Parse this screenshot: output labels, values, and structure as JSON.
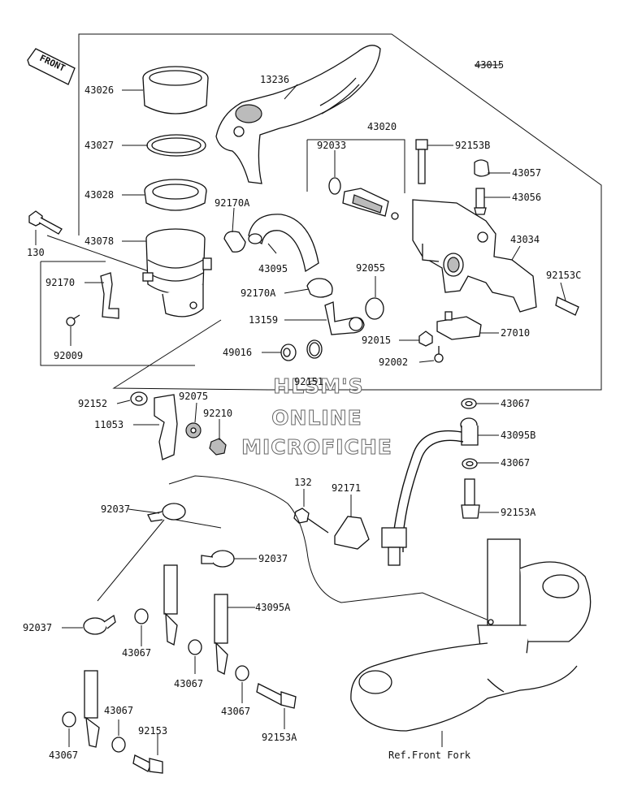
{
  "front_badge": "FRONT",
  "reference_note": "Ref.Front Fork",
  "watermark": [
    "HLSM'S",
    "ONLINE",
    "MICROFICHE"
  ],
  "part_numbers": [
    "43026",
    "13236",
    "43015",
    "43027",
    "43020",
    "92033",
    "92153B",
    "43057",
    "43028",
    "92170A",
    "43056",
    "130",
    "43078",
    "43034",
    "92170",
    "43095",
    "92055",
    "92153C",
    "92170A",
    "13159",
    "92015",
    "27010",
    "92009",
    "49016",
    "92002",
    "92152",
    "92075",
    "43067",
    "11053",
    "92210",
    "43095B",
    "43067",
    "132",
    "92171",
    "92037",
    "92153A",
    "92037",
    "92037",
    "43095A",
    "43067",
    "43067",
    "43067",
    "43067",
    "92153",
    "92153A",
    "43067",
    "92151"
  ]
}
